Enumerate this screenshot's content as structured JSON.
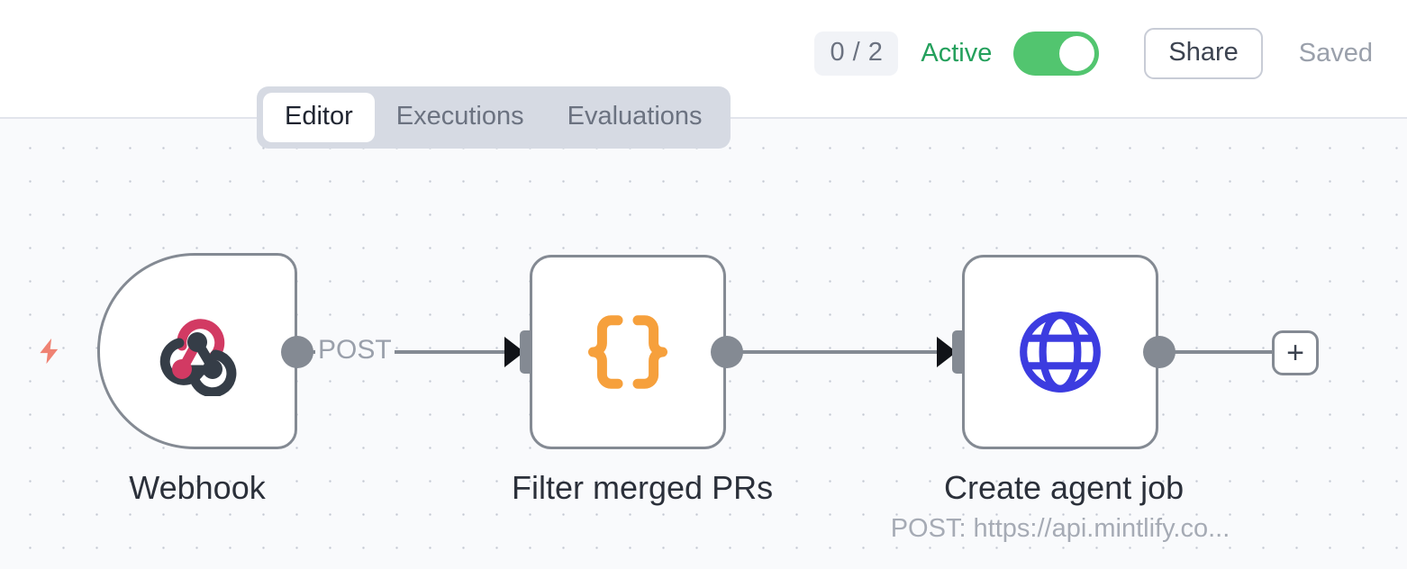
{
  "header": {
    "run_badge": "0 / 2",
    "active_label": "Active",
    "toggle_state": "on",
    "share_label": "Share",
    "saved_label": "Saved",
    "colors": {
      "active_text": "#24a05c",
      "toggle_on": "#52c56f",
      "badge_bg": "#f1f3f7"
    }
  },
  "tabs": {
    "items": [
      {
        "label": "Editor",
        "active": true
      },
      {
        "label": "Executions",
        "active": false
      },
      {
        "label": "Evaluations",
        "active": false
      }
    ]
  },
  "canvas": {
    "trigger_icon": "lightning-bolt-icon",
    "trigger_color": "#ef8273",
    "background": "#f9fafc",
    "grid": "dots",
    "nodes": [
      {
        "id": "webhook",
        "title": "Webhook",
        "subtitle": "",
        "icon": "webhook-icon",
        "icon_colors": [
          "#d23a63",
          "#353d47"
        ],
        "shape": "rounded-left-trigger"
      },
      {
        "id": "filter",
        "title": "Filter merged PRs",
        "subtitle": "",
        "icon": "curly-braces-icon",
        "icon_colors": [
          "#f6a03c"
        ],
        "shape": "rounded-square"
      },
      {
        "id": "http",
        "title": "Create agent job",
        "subtitle": "POST: https://api.mintlify.co...",
        "icon": "globe-icon",
        "icon_colors": [
          "#3c3ce0"
        ],
        "shape": "rounded-square"
      }
    ],
    "edges": [
      {
        "from": "webhook",
        "to": "filter",
        "label": "POST"
      },
      {
        "from": "filter",
        "to": "http",
        "label": ""
      }
    ],
    "add_button_label": "+"
  }
}
